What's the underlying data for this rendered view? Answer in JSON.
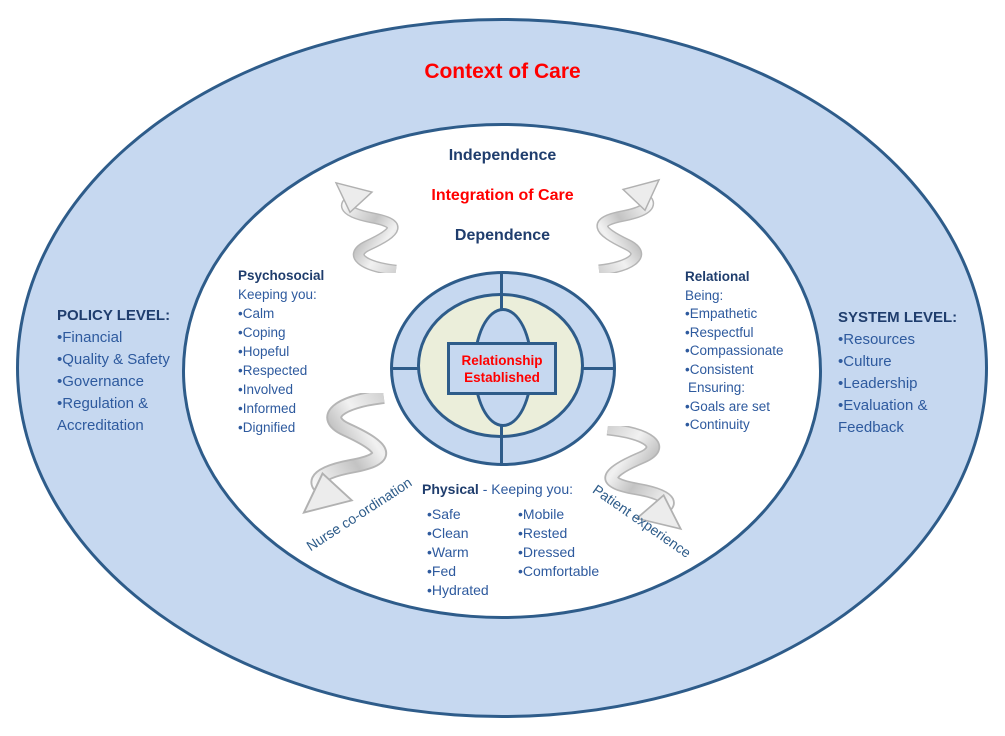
{
  "colors": {
    "fill_light_blue": "#c6d8f0",
    "fill_green": "#ebeeda",
    "border_blue": "#2e5c8a",
    "heading_navy": "#1f3d6d",
    "text_blue": "#2e5a9e",
    "accent_red": "#ff0000"
  },
  "context": {
    "title": "Context of Care"
  },
  "policy_level": {
    "heading": "POLICY LEVEL:",
    "items": [
      "Financial",
      "Quality & Safety",
      "Governance",
      "Regulation & Accreditation"
    ]
  },
  "system_level": {
    "heading": "SYSTEM LEVEL:",
    "items": [
      "Resources",
      "Culture",
      "Leadership",
      "Evaluation & Feedback"
    ]
  },
  "care_axis": {
    "top": "Independence",
    "middle": "Integration of Care",
    "bottom": "Dependence"
  },
  "psychosocial": {
    "heading": "Psychosocial",
    "subheading": "Keeping you:",
    "items": [
      "Calm",
      "Coping",
      "Hopeful",
      "Respected",
      "Involved",
      "Informed",
      "Dignified"
    ]
  },
  "relational": {
    "heading": "Relational",
    "subheading": "Being:",
    "items": [
      "Empathetic",
      "Respectful",
      "Compassionate",
      "Consistent"
    ],
    "subheading2": "Ensuring:",
    "items2": [
      "Goals are set",
      "Continuity"
    ]
  },
  "physical": {
    "heading": "Physical",
    "heading_rest": "- Keeping you:",
    "col1": [
      "Safe",
      "Clean",
      "Warm",
      "Fed",
      "Hydrated"
    ],
    "col2": [
      "Mobile",
      "Rested",
      "Dressed",
      "Comfortable"
    ]
  },
  "center": {
    "line1": "Relationship",
    "line2": "Established"
  },
  "flows": {
    "left": "Nurse co-ordination",
    "right": "Patient experience"
  }
}
